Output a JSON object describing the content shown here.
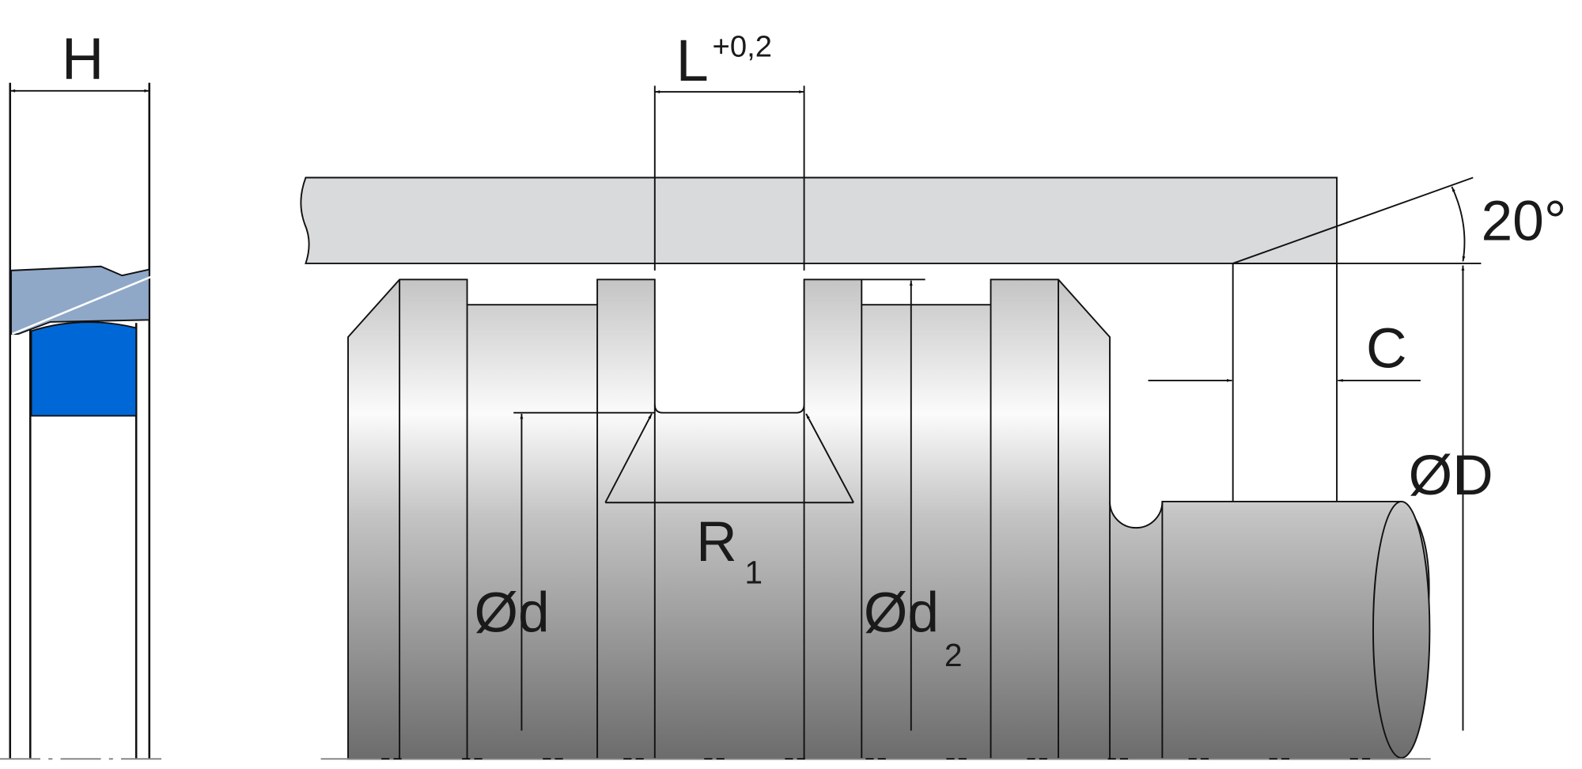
{
  "labels": {
    "H": "H",
    "L": "L",
    "L_tol": "+0,2",
    "angle": "20°",
    "C": "C",
    "D": "ØD",
    "d": "Ød",
    "d2": "Ød",
    "d2_sub": "2",
    "R": "R",
    "R_sub": "1"
  },
  "colors": {
    "seal_ring": "#8fa8c8",
    "energizer": "#0068d6",
    "bore": "#d9dadb"
  }
}
